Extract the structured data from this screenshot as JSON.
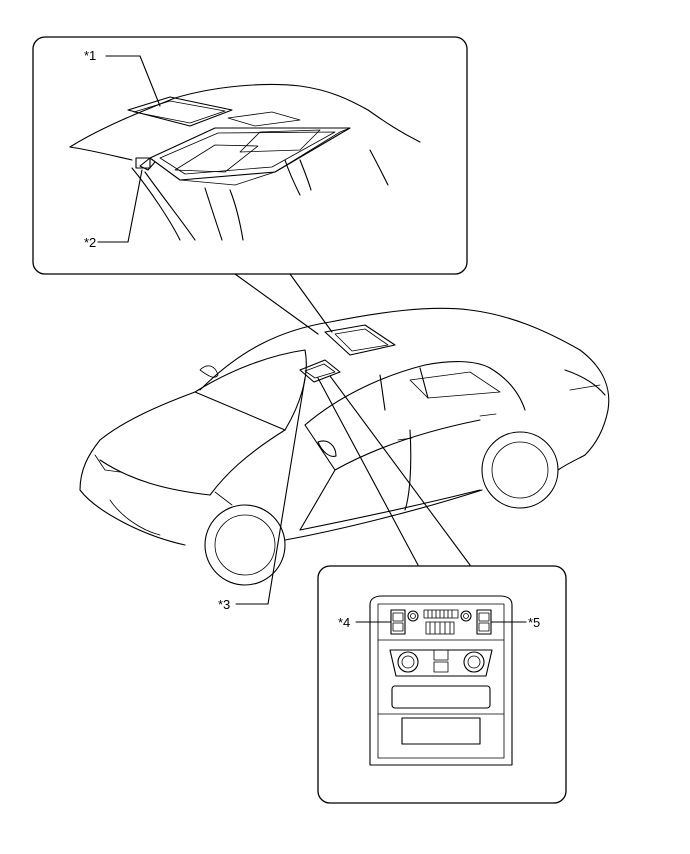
{
  "callouts": [
    {
      "id": "1",
      "label": "*1"
    },
    {
      "id": "2",
      "label": "*2"
    },
    {
      "id": "3",
      "label": "*3"
    },
    {
      "id": "4",
      "label": "*4"
    },
    {
      "id": "5",
      "label": "*5"
    }
  ]
}
